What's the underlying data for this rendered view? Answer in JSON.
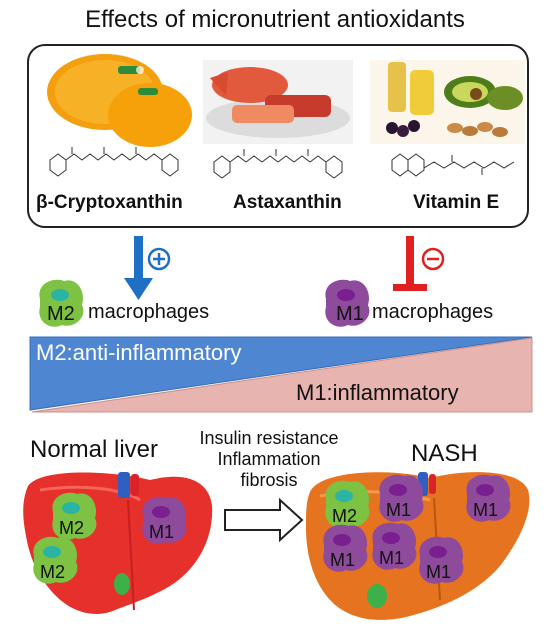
{
  "title": "Effects of micronutrient antioxidants",
  "antioxidants": [
    {
      "name": "β-Cryptoxanthin",
      "source_image": "citrus fruits"
    },
    {
      "name": "Astaxanthin",
      "source_image": "salmon and red fish"
    },
    {
      "name": "Vitamin E",
      "source_image": "oils, avocado, nuts, berries"
    }
  ],
  "effects": {
    "m2_sign": "⊕",
    "m1_sign": "⊖",
    "m2_label": "M2",
    "m2_text": "macrophages",
    "m1_label": "M1",
    "m1_text": "macrophages"
  },
  "balance": {
    "top_label": "M2:anti-inflammatory",
    "bottom_label": "M1:inflammatory"
  },
  "livers": {
    "normal_title": "Normal liver",
    "nash_title": "NASH",
    "process_lines": [
      "Insulin resistance",
      "Inflammation",
      "fibrosis"
    ],
    "normal_cells": [
      "M2",
      "M2",
      "M1"
    ],
    "nash_cells": [
      "M2",
      "M1",
      "M1",
      "M1",
      "M1",
      "M1"
    ]
  },
  "colors": {
    "m2_cell": "#7dc242",
    "m2_nucleus": "#2bb3a6",
    "m1_cell": "#8e4b9c",
    "m1_nucleus": "#7a1f8f",
    "plus_arrow": "#1f6fc4",
    "minus_arrow": "#e02020",
    "blue_wedge": "#4f86d2",
    "pink_wedge": "#e8b4b0",
    "normal_liver": "#e5302b",
    "nash_liver": "#e5731f"
  }
}
